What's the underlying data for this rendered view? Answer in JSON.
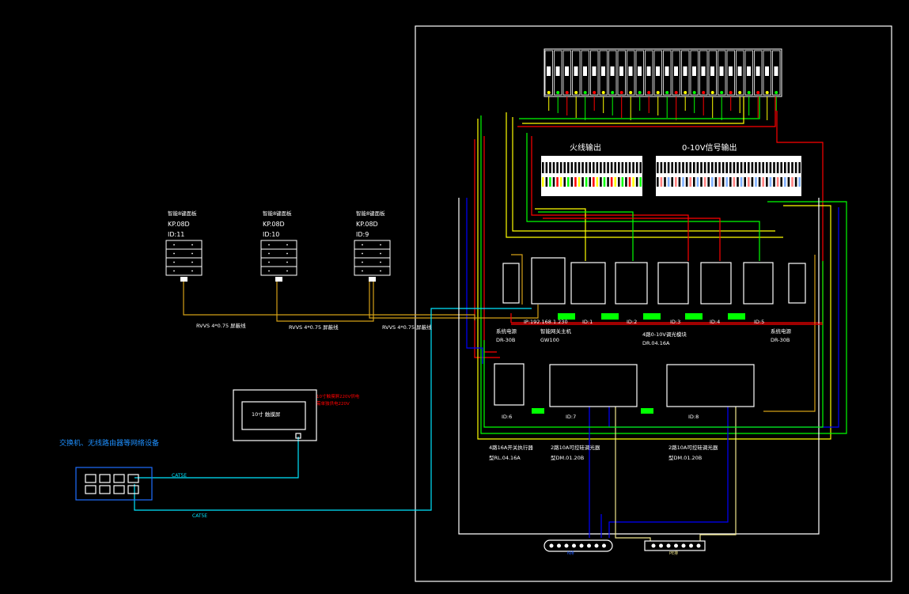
{
  "colors": {
    "background": "#000000",
    "line": "#ffffff",
    "live": "#ff0000",
    "neutral": "#0000ff",
    "signal_yellow": "#ffff00",
    "signal_green": "#00ff00",
    "bus": "#d4a017",
    "network": "#00e5ff",
    "label_blue": "#1e90ff"
  },
  "keypads": [
    {
      "title": "智能8键面板",
      "model": "KP.08D",
      "id": "ID:11"
    },
    {
      "title": "智能8键面板",
      "model": "KP.08D",
      "id": "ID:10"
    },
    {
      "title": "智能8键面板",
      "model": "KP.08D",
      "id": "ID:9"
    }
  ],
  "bus_cables": [
    "RVVS 4*0.75 屏蔽线",
    "RVVS 4*0.75 屏蔽线",
    "RVVS 4*0.75 屏蔽线"
  ],
  "terminal_groups": {
    "live_output": "火线输出",
    "signal_output": "0-10V信号输出"
  },
  "modules": {
    "gateway_ip": "IP:192.168.1.230",
    "ids": [
      "ID:1",
      "ID:2",
      "ID:3",
      "ID:4",
      "ID:5"
    ],
    "power_left": {
      "name": "系统电源",
      "model": "DR-30B"
    },
    "gateway": {
      "name": "智能网关主机",
      "model": "GW100"
    },
    "dimmer_0_10v": {
      "name": "4路0-10V调光模块",
      "model": "DR.04.16A"
    },
    "power_right": {
      "name": "系统电源",
      "model": "DR-30B"
    },
    "bottom_ids": [
      "ID:6",
      "ID:7",
      "ID:8"
    ],
    "relay": {
      "name": "4路16A开关执行器",
      "model": "型RL.04.16A"
    },
    "scr1": {
      "name": "2路10A可控硅调光器",
      "model": "型DM.01.20B"
    },
    "scr2": {
      "name": "2路10A可控硅调光器",
      "model": "型DM.01.20B"
    }
  },
  "touchscreen": {
    "label": "10寸 触摸屏",
    "note1": "10寸触摸屏220V供电",
    "note2": "需单独供电220V"
  },
  "network": {
    "title": "交换机、无线路由器等网络设备",
    "cable1": "CAT5E",
    "cable2": "CAT5E"
  },
  "bars": {
    "neutral": "N排",
    "earth": "PE排"
  }
}
